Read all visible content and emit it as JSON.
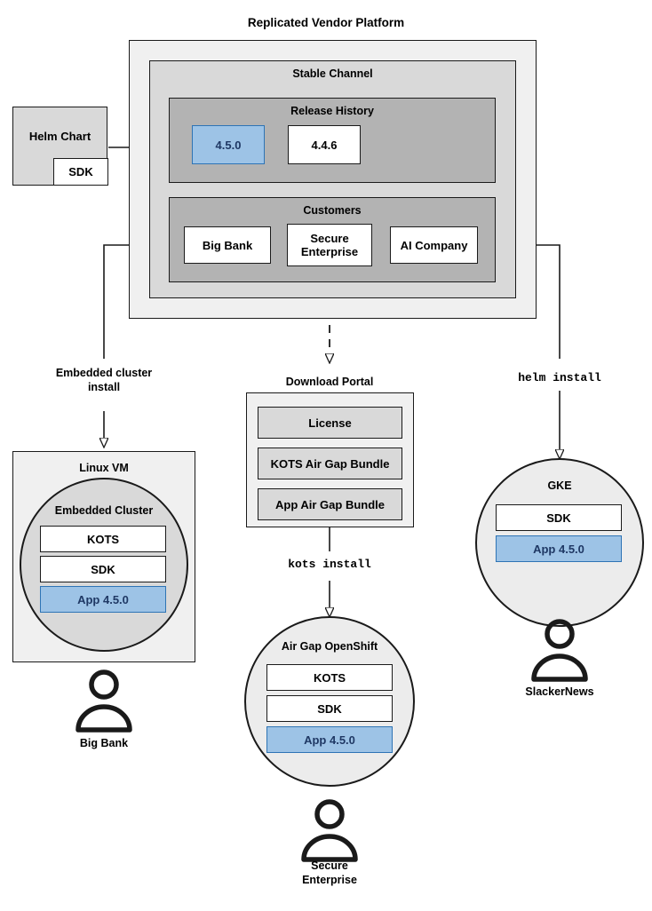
{
  "diagram": {
    "title": "Replicated Vendor Platform",
    "accent_blue_fill": "#9dc3e6",
    "accent_blue_border": "#2e74b5",
    "accent_blue_text": "#1f3864",
    "layer_fills": [
      "#f0f0f0",
      "#d9d9d9",
      "#b3b3b3",
      "#ffffff"
    ]
  },
  "helm_chart": {
    "label": "Helm Chart",
    "sdk_label": "SDK"
  },
  "platform": {
    "stable_channel": {
      "title": "Stable Channel",
      "release_history": {
        "title": "Release History",
        "releases": [
          {
            "version": "4.5.0",
            "highlighted": true
          },
          {
            "version": "4.4.6",
            "highlighted": false
          }
        ]
      },
      "customers": {
        "title": "Customers",
        "items": [
          {
            "name": "Big Bank"
          },
          {
            "name": "Secure\nEnterprise"
          },
          {
            "name": "AI Company"
          }
        ]
      }
    }
  },
  "connectors": {
    "embedded_cluster_install": "Embedded cluster\ninstall",
    "helm_install": "helm install",
    "kots_install": "kots install"
  },
  "download_portal": {
    "title": "Download Portal",
    "artifacts": [
      {
        "label": "License"
      },
      {
        "label": "KOTS Air Gap Bundle"
      },
      {
        "label": "App Air Gap Bundle"
      }
    ]
  },
  "targets": {
    "linux_vm": {
      "title": "Linux VM",
      "embedded_cluster": {
        "title": "Embedded Cluster",
        "components": [
          {
            "label": "KOTS",
            "highlighted": false
          },
          {
            "label": "SDK",
            "highlighted": false
          },
          {
            "label": "App 4.5.0",
            "highlighted": true
          }
        ]
      },
      "actor": "Big Bank"
    },
    "air_gap_openshift": {
      "title": "Air Gap OpenShift",
      "components": [
        {
          "label": "KOTS",
          "highlighted": false
        },
        {
          "label": "SDK",
          "highlighted": false
        },
        {
          "label": "App 4.5.0",
          "highlighted": true
        }
      ],
      "actor": "Secure\nEnterprise"
    },
    "gke": {
      "title": "GKE",
      "components": [
        {
          "label": "SDK",
          "highlighted": false
        },
        {
          "label": "App 4.5.0",
          "highlighted": true
        }
      ],
      "actor": "SlackerNews"
    }
  }
}
